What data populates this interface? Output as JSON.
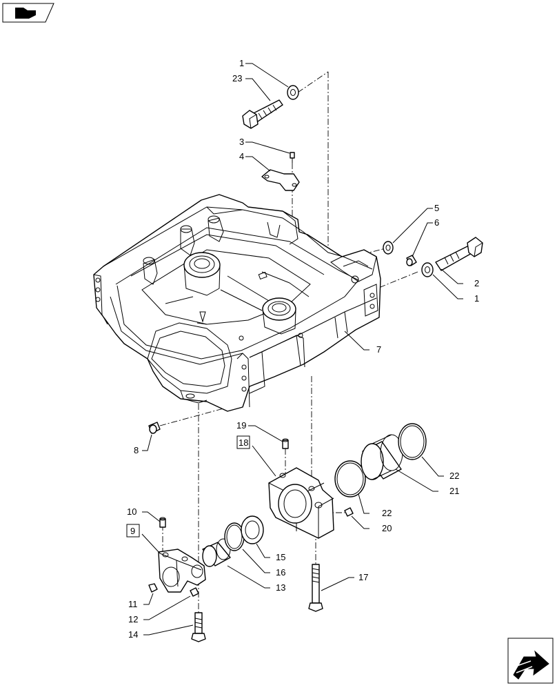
{
  "labels": {
    "l1a": "1",
    "l23": "23",
    "l3": "3",
    "l4": "4",
    "l5": "5",
    "l6": "6",
    "l2": "2",
    "l1b": "1",
    "l7": "7",
    "l8": "8",
    "l19": "19",
    "l18": "18",
    "l22a": "22",
    "l21": "21",
    "l22b": "22",
    "l20": "20",
    "l10": "10",
    "l9": "9",
    "l15": "15",
    "l16": "16",
    "l13": "13",
    "l17": "17",
    "l11": "11",
    "l12": "12",
    "l14": "14"
  },
  "icons": {
    "top_left": "book-page-icon",
    "bottom_right": "next-page-arrow-icon"
  }
}
